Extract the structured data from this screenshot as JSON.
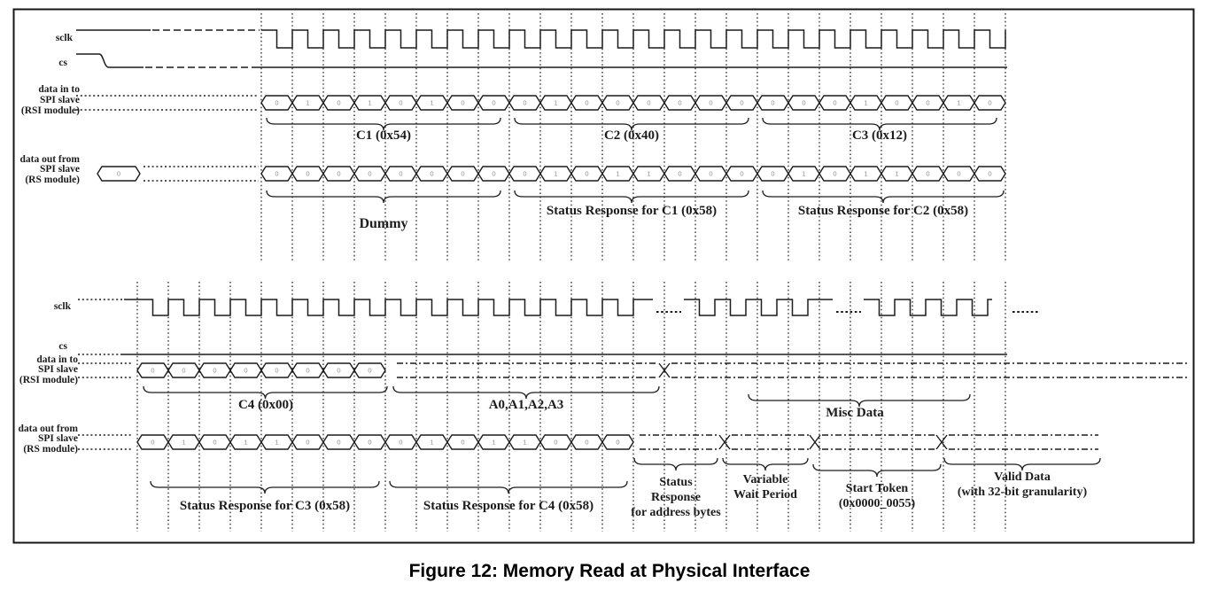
{
  "caption": "Figure 12: Memory Read at Physical Interface",
  "colors": {
    "ink": "#1c1c1c",
    "bit": "#8e8e8e",
    "background": "#ffffff"
  },
  "panels": {
    "upper": {
      "signals": {
        "sclk": "sclk",
        "cs": "cs",
        "data_in_lines": [
          "data in to",
          "SPI slave",
          "(RSI module)"
        ],
        "data_out_lines": [
          "data out from",
          "SPI slave",
          "(RS module)"
        ]
      },
      "data_in": {
        "groups": [
          {
            "label": "C1 (0x54)",
            "bits": "01010100"
          },
          {
            "label": "C2 (0x40)",
            "bits": "01000000"
          },
          {
            "label": "C3 (0x12)",
            "bits": "00010010"
          }
        ]
      },
      "data_out": {
        "lead_bit": "0",
        "groups": [
          {
            "label": "Dummy",
            "bits": "00000000"
          },
          {
            "label": "Status Response for C1 (0x58)",
            "bits": "01011000"
          },
          {
            "label": "Status Response for C2 (0x58)",
            "bits": "01011000"
          }
        ]
      }
    },
    "lower": {
      "signals": {
        "sclk": "sclk",
        "cs": "cs",
        "data_in_lines": [
          "data in to",
          "SPI slave",
          "(RSI module)"
        ],
        "data_out_lines": [
          "data out from",
          "SPI slave",
          "(RS module)"
        ]
      },
      "data_in": {
        "groups": [
          {
            "label": "C4 (0x00)",
            "bits": "00000000"
          }
        ],
        "regions": [
          {
            "label": [
              "A0,A1,A2,A3"
            ]
          },
          {
            "label": [
              "Misc Data"
            ]
          }
        ]
      },
      "data_out": {
        "groups": [
          {
            "label": "Status Response for C3 (0x58)",
            "bits": "01011000"
          },
          {
            "label": "Status Response for C4 (0x58)",
            "bits": "01011000"
          }
        ],
        "regions": [
          {
            "label": [
              "Status",
              "Response",
              "for address bytes"
            ]
          },
          {
            "label": [
              "Variable",
              "Wait Period"
            ]
          },
          {
            "label": [
              "Start Token",
              "(0x0000_0055)"
            ]
          },
          {
            "label": [
              "Valid Data",
              "(with 32-bit granularity)"
            ]
          }
        ]
      }
    }
  }
}
